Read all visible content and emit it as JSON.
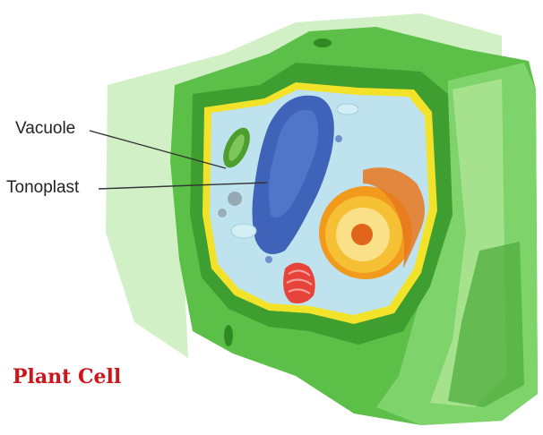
{
  "diagram": {
    "caption": "Plant Cell",
    "labels": {
      "vacuole": "Vacuole",
      "tonoplast": "Tonoplast"
    }
  },
  "colors": {
    "caption": "#d0141b",
    "cell_wall_light": "#8fd47a",
    "cell_wall_mid": "#5cbf48",
    "cell_wall_dark": "#3e9e2f",
    "membrane": "#f2e229",
    "cytoplasm": "#bfe3ee",
    "vacuole": "#3f63b8",
    "nucleus": "#f19a1d"
  }
}
